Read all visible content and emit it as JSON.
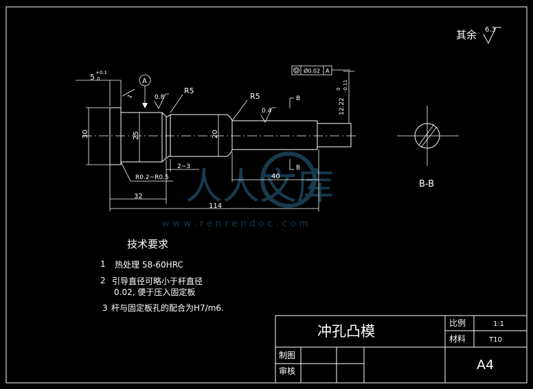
{
  "roughness_note": {
    "label": "其余",
    "value": "6.3"
  },
  "dimensions": {
    "step_length": "5",
    "step_tol_upper": "+0.1",
    "step_tol_lower": "0",
    "datum": "A",
    "rough_head_side": "0.8",
    "rough_shank": "0.4",
    "radius_head": "R5",
    "radius_shank": "R5",
    "head_diameter": "30",
    "neck_diameter": "25",
    "shank_diameter": "20",
    "tip_diameter": "12.22",
    "tip_tol_upper": "0",
    "tip_tol_lower": "-0.11",
    "small_radius": "R0.2~R0.5",
    "neck_width": "2~3",
    "tip_length": "40",
    "head_length": "32",
    "total_length": "114",
    "section_mark": "B",
    "angle_mark": "1"
  },
  "tolerance_frame": {
    "symbol": "◎",
    "value": "Ø0.02",
    "datum": "A"
  },
  "section_label": "B-B",
  "tech_req": {
    "title": "技术要求",
    "items": [
      {
        "num": "1",
        "text": "热处理 58-60HRC"
      },
      {
        "num": "2",
        "text": "引导直径可略小于杆直径",
        "text2": "0.02, 便于压入固定板"
      },
      {
        "num": "3",
        "text": "杆与固定板孔的配合为H7/m6."
      }
    ]
  },
  "title_block": {
    "part_name": "冲孔凸模",
    "scale_label": "比例",
    "scale_value": "1:1",
    "material_label": "材料",
    "material_value": "T10",
    "drawn_label": "制图",
    "checked_label": "审核",
    "sheet_size": "A4"
  },
  "watermark": {
    "text": "人人文库",
    "url": "www.renrendoc.com"
  }
}
